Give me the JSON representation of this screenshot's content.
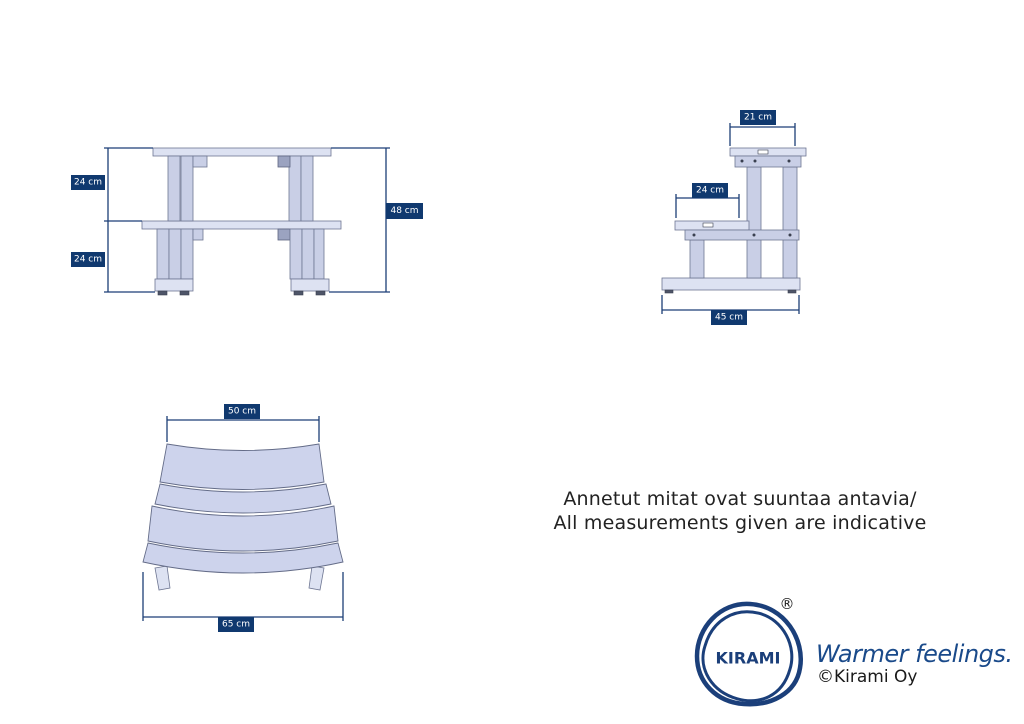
{
  "dimensions": {
    "front_upper_height": "24 cm",
    "front_lower_height": "24 cm",
    "front_total_height": "48 cm",
    "side_top_depth": "21 cm",
    "side_lower_depth": "24 cm",
    "side_total_depth": "45 cm",
    "top_inner_width": "50 cm",
    "top_outer_width": "65 cm"
  },
  "note": {
    "line1": "Annetut mitat ovat suuntaa antavia/",
    "line2": "All measurements given are indicative"
  },
  "brand": {
    "logo_text": "KIRAMI",
    "registered_mark": "®",
    "tagline": "Warmer feelings.",
    "copyright": "©Kirami Oy"
  },
  "colors": {
    "brand_blue": "#1b3f7a",
    "label_bg": "#10396f",
    "part_fill": "#c9cfe6"
  }
}
